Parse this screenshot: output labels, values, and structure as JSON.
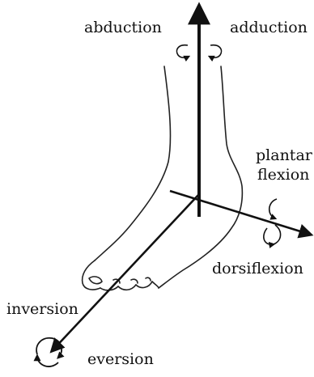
{
  "labels": {
    "abduction": "abduction",
    "adduction": "adduction",
    "plantar_line1": "plantar",
    "plantar_line2": "flexion",
    "dorsiflexion": "dorsiflexion",
    "inversion": "inversion",
    "eversion": "eversion"
  },
  "colors": {
    "ink": "#111111",
    "background": "#ffffff"
  },
  "icons": {
    "vertical_axis": "arrow-up-icon",
    "longitudinal_axis": "arrow-down-left-icon",
    "transverse_axis": "arrow-right-icon"
  }
}
